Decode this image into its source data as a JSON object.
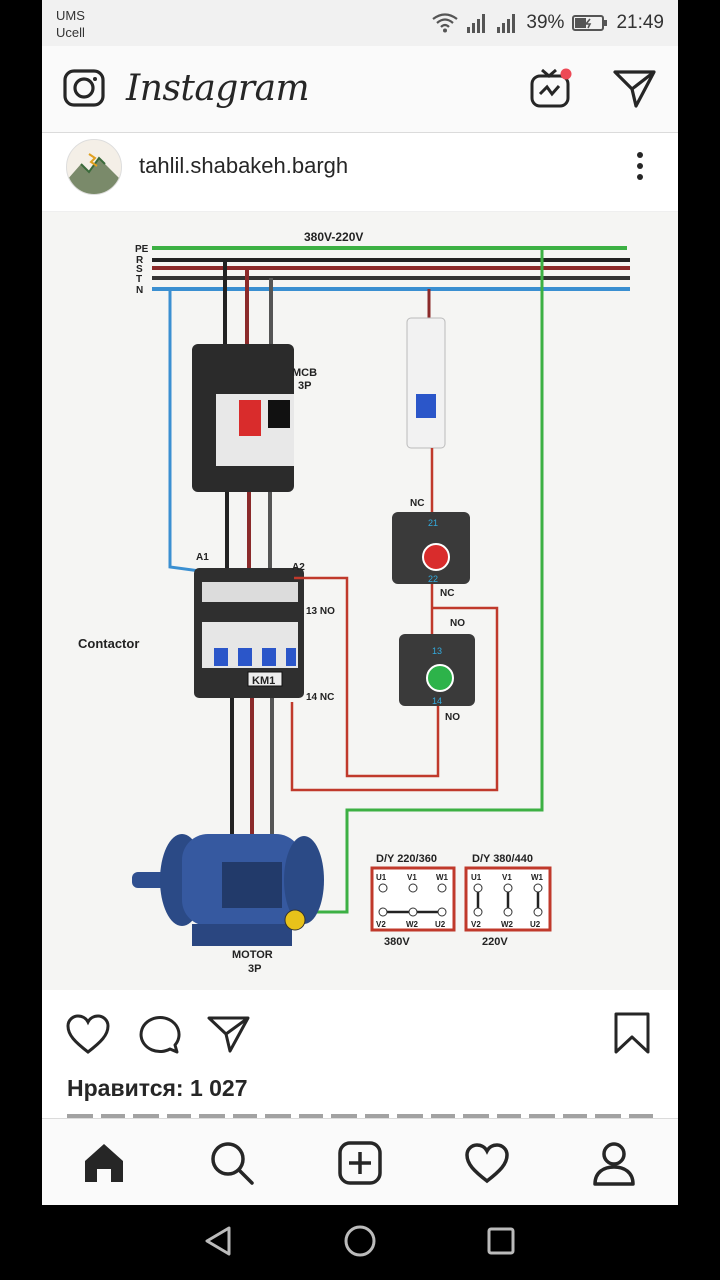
{
  "status_bar": {
    "carrier_line1": "UMS",
    "carrier_line2": "Ucell",
    "battery": "39%",
    "time": "21:49",
    "icons": [
      "wifi-icon",
      "signal-icon",
      "signal-icon",
      "battery-icon"
    ]
  },
  "header": {
    "logo": "Instagram",
    "icons": [
      "camera-icon",
      "igtv-icon",
      "direct-icon"
    ],
    "igtv_badge_color": "#ed4956"
  },
  "post": {
    "username": "tahlil.shabakeh.bargh",
    "likes_text": "Нравится: 1 027",
    "image": {
      "voltage_label": "380V-220V",
      "bus_labels": [
        "PE",
        "R",
        "S",
        "T",
        "N"
      ],
      "breaker_label_line1": "MCB",
      "breaker_label_line2": "3P",
      "contactor_label": "Contactor",
      "km_label": "KM1",
      "coil_a1": "A1",
      "coil_a2": "A2",
      "aux_13": "13 NO",
      "aux_14": "14 NC",
      "stop_nc_top": "NC",
      "stop_n21": "21",
      "stop_n22": "22",
      "stop_nc_bottom": "NC",
      "start_no_top": "NO",
      "start_n13": "13",
      "start_n14": "14",
      "start_no_bottom": "NO",
      "motor_line1": "MOTOR",
      "motor_line2": "3P",
      "dy_star_title": "D/Y 220/360",
      "dy_delta_title": "D/Y 380/440",
      "star_voltage": "380V",
      "delta_voltage": "220V",
      "terminals_top": [
        "U1",
        "V1",
        "W1"
      ],
      "terminals_bottom": [
        "V2",
        "W2",
        "U2"
      ],
      "colors": {
        "pe": "#3cb043",
        "r": "#b22222",
        "s": "#222222",
        "t": "#555555",
        "n": "#3a8fd1"
      }
    }
  },
  "nav": {
    "icons": [
      "home-icon",
      "search-icon",
      "add-icon",
      "heart-icon",
      "profile-icon"
    ]
  },
  "system_nav": {
    "icons": [
      "back-icon",
      "home-circle-icon",
      "recents-icon"
    ]
  }
}
